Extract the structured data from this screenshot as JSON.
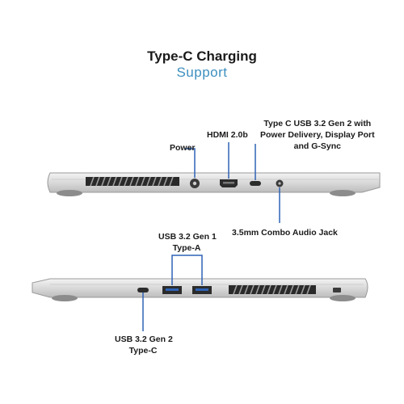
{
  "title": {
    "line1": "Type-C Charging",
    "line2": "Support",
    "accent_color": "#3d8fbf"
  },
  "side_left": {
    "ports": [
      {
        "label": "Power"
      },
      {
        "label": "HDMI 2.0b"
      },
      {
        "label_lines": [
          "Type C USB 3.2 Gen 2 with",
          "Power Delivery, Display Port",
          "and G-Sync"
        ]
      },
      {
        "label": "3.5mm Combo Audio Jack"
      }
    ]
  },
  "side_right": {
    "ports": [
      {
        "label_lines": [
          "USB 3.2 Gen 1",
          "Type-A"
        ]
      },
      {
        "label_lines": [
          "USB 3.2 Gen 2",
          "Type-C"
        ]
      }
    ]
  },
  "leader_color": "#2e62b5"
}
